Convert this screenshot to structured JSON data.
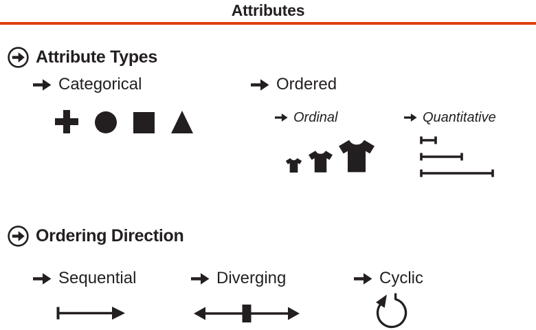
{
  "page": {
    "title": "Attributes"
  },
  "colors": {
    "accent": "#DC400F",
    "ink": "#231F20"
  },
  "sections": {
    "attribute_types": {
      "heading": "Attribute Types",
      "categorical": {
        "label": "Categorical",
        "glyphs": [
          "plus",
          "circle",
          "square",
          "triangle"
        ]
      },
      "ordered": {
        "label": "Ordered",
        "ordinal": {
          "label": "Ordinal",
          "glyph": "t-shirts small to large"
        },
        "quantitative": {
          "label": "Quantitative",
          "glyph": "measured lines short to long"
        }
      }
    },
    "ordering_direction": {
      "heading": "Ordering Direction",
      "sequential": {
        "label": "Sequential",
        "glyph": "right arrow from origin"
      },
      "diverging": {
        "label": "Diverging",
        "glyph": "double-headed arrow with midpoint"
      },
      "cyclic": {
        "label": "Cyclic",
        "glyph": "circular cycle arrow"
      }
    }
  }
}
